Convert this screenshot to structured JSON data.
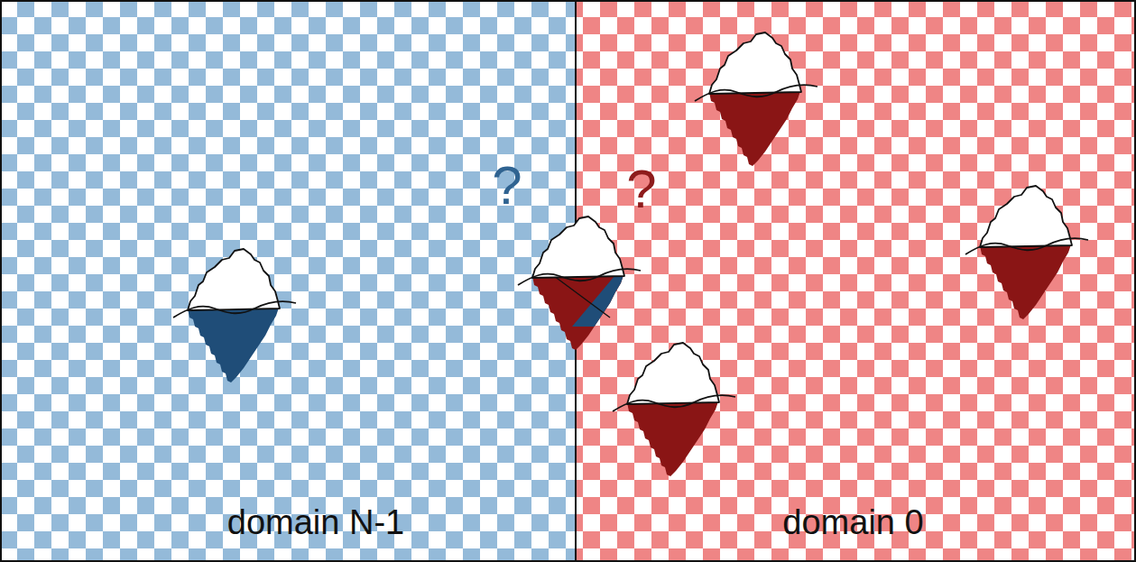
{
  "diagram": {
    "nodes": [
      {
        "text": [
          "domain N-1"
        ]
      },
      {
        "text": [
          "domain 0"
        ]
      }
    ],
    "labels": [
      "?",
      "?"
    ]
  }
}
